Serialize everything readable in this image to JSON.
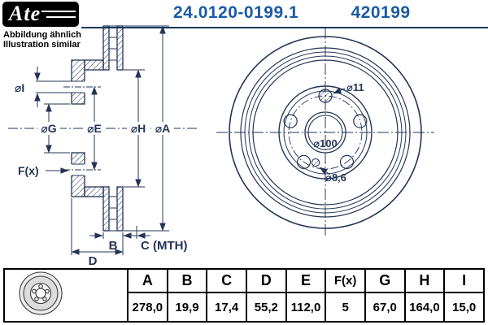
{
  "header": {
    "brand": "Ate",
    "note_line1": "Abbildung ähnlich",
    "note_line2": "Illustration similar",
    "part_number_1": "24.0120-0199.1",
    "part_number_2": "420199"
  },
  "drawing": {
    "section_labels": {
      "dia_i": "⌀I",
      "dia_g": "⌀G",
      "dia_e": "⌀E",
      "dia_h": "⌀H",
      "dia_a": "⌀A",
      "f": "F(x)",
      "b": "B",
      "c": "C (MTH)",
      "d": "D"
    },
    "front_labels": {
      "dia_11": "⌀11",
      "dia_100": "⌀100",
      "dia_8_6": "⌀8,6"
    }
  },
  "table": {
    "headers": [
      "A",
      "B",
      "C",
      "D",
      "E",
      "F(x)",
      "G",
      "H",
      "I"
    ],
    "values": [
      "278,0",
      "19,9",
      "17,4",
      "55,2",
      "112,0",
      "5",
      "67,0",
      "164,0",
      "15,0"
    ]
  },
  "colors": {
    "accent_blue": "#1a5aa6",
    "line_navy": "#243455"
  }
}
